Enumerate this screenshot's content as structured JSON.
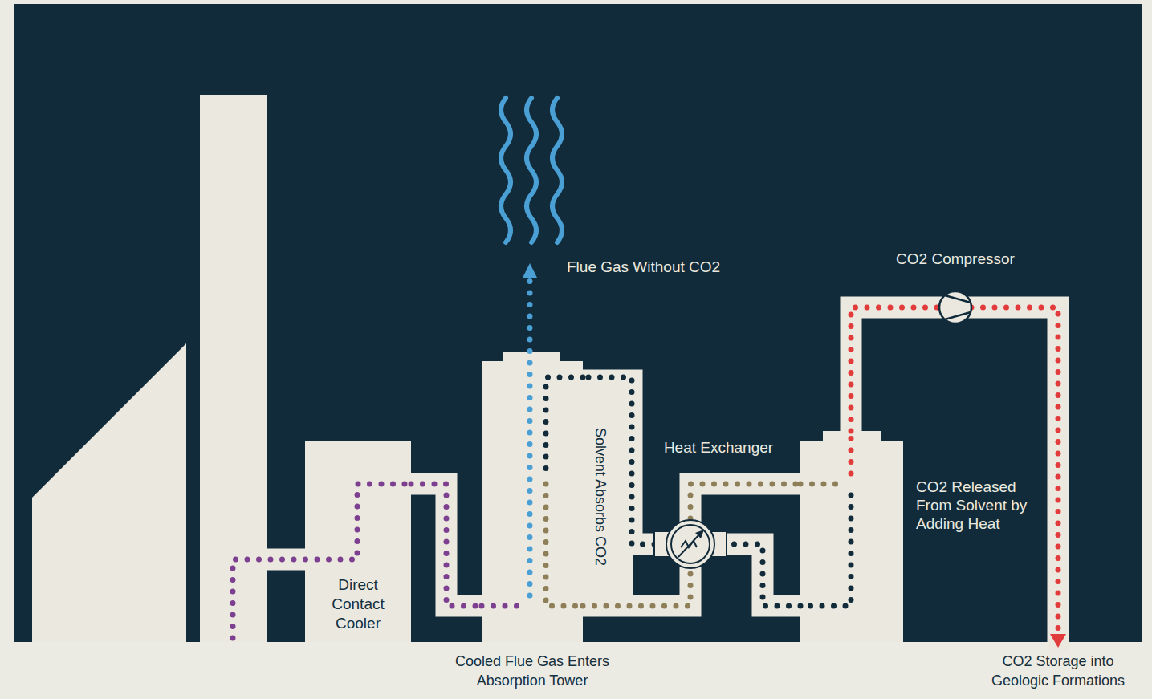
{
  "diagram": {
    "nodes": [
      {
        "text": [
          "Direct Contact Cooler"
        ]
      },
      {
        "text": [
          "Cooled Flue Gas Enters Absorption Tower"
        ]
      },
      {
        "text": [
          "Heat Exchanger"
        ]
      },
      {
        "text": [
          "CO2 Released From Solvent by Adding Heat"
        ]
      },
      {
        "text": [
          "CO2 Compressor"
        ]
      }
    ],
    "edges": [
      {
        "from": 0,
        "to": 1,
        "arrow": "none"
      },
      {
        "from": 1,
        "to": 2,
        "arrow": "none"
      },
      {
        "from": 2,
        "to": 3,
        "arrow": "none"
      },
      {
        "from": 3,
        "to": 2,
        "arrow": "none"
      },
      {
        "from": 2,
        "to": 1,
        "arrow": "none"
      },
      {
        "from": 3,
        "to": 4,
        "arrow": "none"
      }
    ],
    "labels": [
      "Flue Gas Without CO2",
      "Solvent Absorbs CO2",
      "CO2 Storage into Geologic Formations"
    ]
  }
}
